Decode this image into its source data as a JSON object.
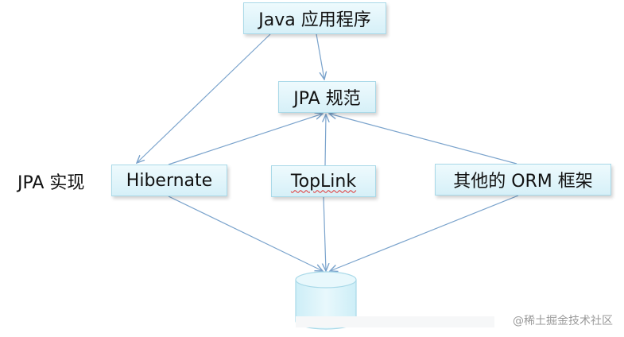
{
  "diagram": {
    "nodes": {
      "java_app": "Java 应用程序",
      "jpa_spec": "JPA 规范",
      "hibernate": "Hibernate",
      "toplink": "TopLink",
      "other_orm": "其他的 ORM 框架"
    },
    "side_label": "JPA 实现",
    "edges": [
      {
        "from": "Java 应用程序",
        "to": "JPA 规范"
      },
      {
        "from": "Java 应用程序",
        "to": "Hibernate"
      },
      {
        "from": "Hibernate",
        "to": "JPA 规范"
      },
      {
        "from": "TopLink",
        "to": "JPA 规范"
      },
      {
        "from": "其他的 ORM 框架",
        "to": "JPA 规范"
      },
      {
        "from": "Hibernate",
        "to": "database"
      },
      {
        "from": "TopLink",
        "to": "database"
      },
      {
        "from": "其他的 ORM 框架",
        "to": "database"
      }
    ],
    "colors": {
      "node_fill": "#dff3f9",
      "node_border": "#a9d9e8",
      "line": "#7aa3cc"
    }
  },
  "watermark": "@稀土掘金技术社区"
}
